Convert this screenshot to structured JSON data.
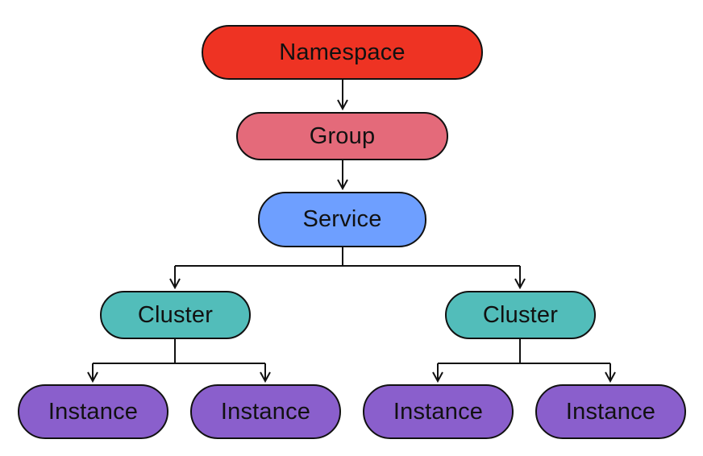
{
  "colors": {
    "namespace": "#EE3323",
    "group": "#E46A7A",
    "service": "#6E9FFF",
    "cluster": "#52BDBA",
    "instance": "#8A5FCC",
    "stroke": "#111111"
  },
  "nodes": {
    "namespace": {
      "label": "Namespace"
    },
    "group": {
      "label": "Group"
    },
    "service": {
      "label": "Service"
    },
    "clusters": [
      {
        "label": "Cluster"
      },
      {
        "label": "Cluster"
      }
    ],
    "instances": [
      {
        "label": "Instance"
      },
      {
        "label": "Instance"
      },
      {
        "label": "Instance"
      },
      {
        "label": "Instance"
      }
    ]
  },
  "edges": [
    {
      "from": "namespace",
      "to": "group"
    },
    {
      "from": "group",
      "to": "service"
    },
    {
      "from": "service",
      "to": "cluster-left"
    },
    {
      "from": "service",
      "to": "cluster-right"
    },
    {
      "from": "cluster-left",
      "to": "instance-1"
    },
    {
      "from": "cluster-left",
      "to": "instance-2"
    },
    {
      "from": "cluster-right",
      "to": "instance-3"
    },
    {
      "from": "cluster-right",
      "to": "instance-4"
    }
  ]
}
